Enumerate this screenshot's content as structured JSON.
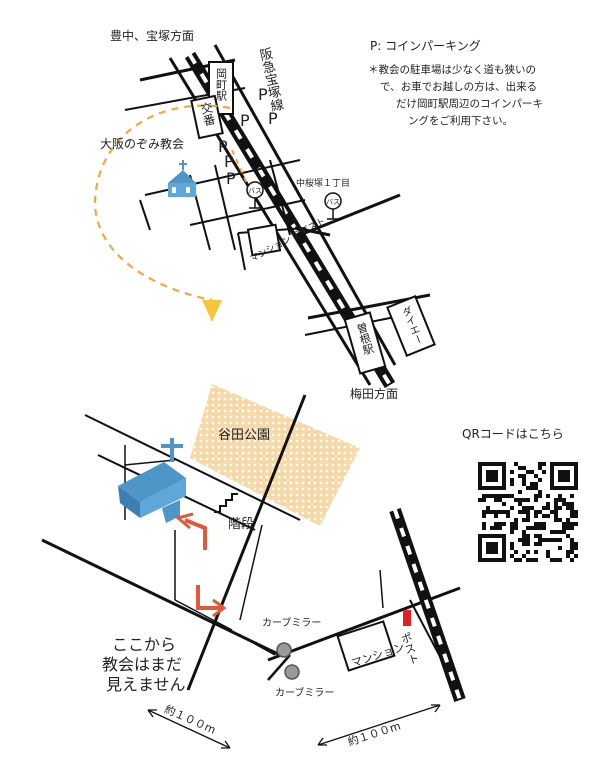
{
  "map": {
    "title_direction_north": "豊中、宝塚方面",
    "title_direction_south": "梅田方面",
    "railway_line": "阪急宝塚線",
    "station_okamachi": "岡町駅",
    "station_sone": "曽根駅",
    "koban": "交番",
    "church_name": "大阪のぞみ教会",
    "bus_stop_label": "中桜塚１丁目",
    "bus_icon_text": "バス",
    "mansion_label": "マンション アゼスト",
    "daiei": "ダイエー",
    "parking_marker": "P",
    "legend_parking": "P: コインパーキング",
    "note_lines": [
      "＊教会の駐車場は少なく道も狭いの",
      "で、お車でお越しの方は、出来る",
      "だけ岡町駅周辺のコインパーキ",
      "ングをご利用下さい。"
    ]
  },
  "detail": {
    "park": "谷田公園",
    "stairs": "階段",
    "curve_mirror_top": "カーブミラー",
    "curve_mirror_bottom": "カーブミラー",
    "mansion": "マンション",
    "post": "ポスト",
    "not_visible_line1": "ここから",
    "not_visible_line2": "教会はまだ",
    "not_visible_line3": "見えません",
    "scale_left": "約１００m",
    "scale_right": "約１００m",
    "qr_label": "QRコードはこちら"
  },
  "colors": {
    "church_blue": "#4e95c8",
    "route_orange": "#f0a840",
    "arrow_yellow": "#f5c53a",
    "park_fill": "#f6d9a8",
    "arrow_red": "#e05a3a",
    "post_red": "#e02020"
  }
}
